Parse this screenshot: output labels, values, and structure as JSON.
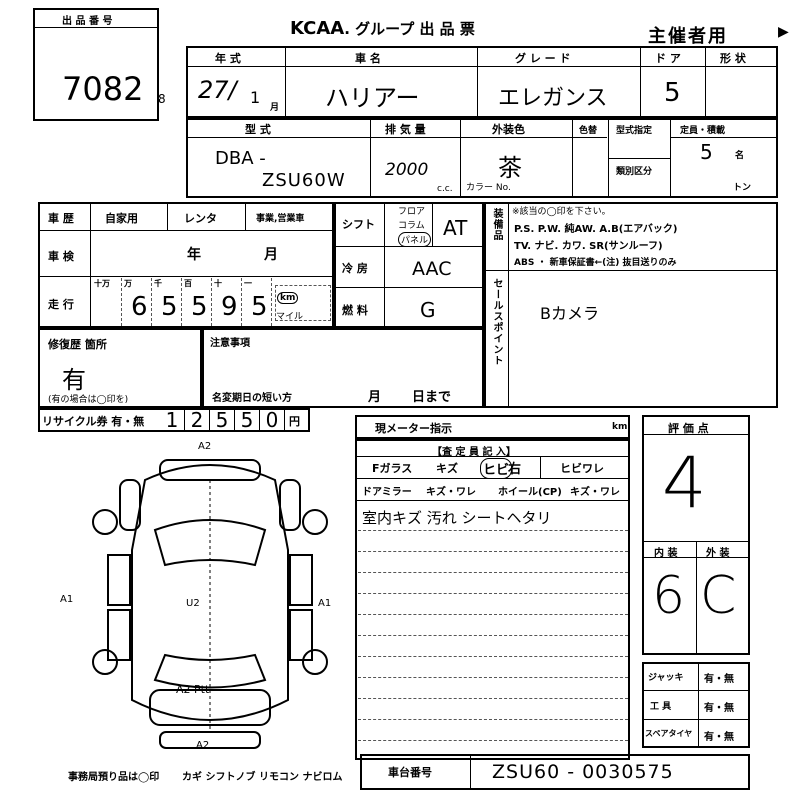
{
  "lot_box": {
    "label": "出 品 番 号",
    "number": "7082",
    "mark": "8"
  },
  "header": {
    "title_brand": "KCAA",
    "title_rest": ". グループ 出 品 票",
    "organizer": "主催者用",
    "arrow": "▶"
  },
  "row1": {
    "year_label": "年 式",
    "year_value": "27/",
    "month_value": "1",
    "month_unit": "月",
    "name_label": "車 名",
    "name_value": "ハリアー",
    "grade_label": "グ レ ー ド",
    "grade_value": "エレガンス",
    "door_label": "ド ア",
    "door_value": "5",
    "shape_label": "形 状"
  },
  "row2": {
    "type_label": "型 式",
    "type_value_1": "DBA -",
    "type_value_2": "ZSU60W",
    "displacement_label": "排 気 量",
    "displacement_value": "2000",
    "cc": "c.c.",
    "color_label": "外装色",
    "color_value": "茶",
    "color_no": "カラー No.",
    "color_change_label": "色替",
    "model_spec_label": "型式指定",
    "category_label": "類別区分",
    "capacity_label": "定員・積載",
    "capacity_value": "5",
    "capacity_unit": "名",
    "ton": "トン"
  },
  "history": {
    "label": "車 歴",
    "opt1": "自家用",
    "opt2": "レンタ",
    "opt3": "事業,営業車"
  },
  "inspection": {
    "label": "車 検",
    "year": "年",
    "month": "月"
  },
  "mileage": {
    "label": "走 行",
    "units": [
      "十万",
      "万",
      "千",
      "百",
      "十",
      "一"
    ],
    "digits": [
      "",
      "6",
      "5",
      "5",
      "9",
      "5"
    ],
    "unit_km": "km",
    "unit_mile": "マイル"
  },
  "shift": {
    "label": "シフト",
    "opt_floor": "フロア",
    "opt_column": "コラム",
    "opt_panel": "パネル",
    "value": "AT"
  },
  "ac": {
    "label": "冷 房",
    "value": "AAC"
  },
  "fuel": {
    "label": "燃 料",
    "value": "G"
  },
  "equipment": {
    "label": "装備品",
    "note": "※該当の◯印を下さい。",
    "line1": "P.S. P.W. 純AW. A.B(エアバック)",
    "line2": "TV. ナビ. カワ. SR(サンルーフ)",
    "line3": "ABS ・ 新車保証書←(注) 抜目送りのみ"
  },
  "sale_point": {
    "label": "セールスポイント",
    "value": "Bカメラ"
  },
  "repair": {
    "label": "修復歴 箇所",
    "value": "有",
    "note": "(有の場合は◯印を)"
  },
  "notes": {
    "label": "注意事項",
    "name_change": "名変期日の短い方",
    "month": "月",
    "day": "日まで"
  },
  "recycle": {
    "label": "リサイクル券 有・無",
    "digits": [
      "1",
      "2",
      "5",
      "5",
      "0"
    ],
    "unit": "円"
  },
  "meter": {
    "label": "現メーター指示",
    "unit": "km"
  },
  "inspector": {
    "title": "【査 定 員 記 入】",
    "f_glass": "Fガラス",
    "glass_mark": "キズ",
    "crack": "ヒビ",
    "crack_side": "右",
    "crack_break": "ヒビワレ",
    "door_mirror": "ドアミラー",
    "mirror_opts": "キズ・ワレ",
    "wheel": "ホイール(CP)",
    "wheel_opts": "キズ・ワレ",
    "handwritten_note": "室内キズ 汚れ シートヘタリ"
  },
  "score": {
    "label": "評 価 点",
    "value": "4",
    "interior_label": "内 装",
    "exterior_label": "外 装",
    "interior_value": "6",
    "exterior_value": "C"
  },
  "accessories": {
    "jack": "ジャッキ",
    "tools": "工 具",
    "spare": "スペアタイヤ",
    "opts": "有・無"
  },
  "diagram_marks": {
    "top": "A2",
    "left": "A1",
    "right": "A1",
    "center": "U2",
    "rear": "A2 Ptt",
    "bottom": "A2"
  },
  "footer": {
    "custody_note": "事務局預り品は◯印",
    "items": "カギ シフトノブ リモコン ナビロム",
    "chassis_label": "車台番号",
    "chassis_value": "ZSU60 - 0030575"
  }
}
